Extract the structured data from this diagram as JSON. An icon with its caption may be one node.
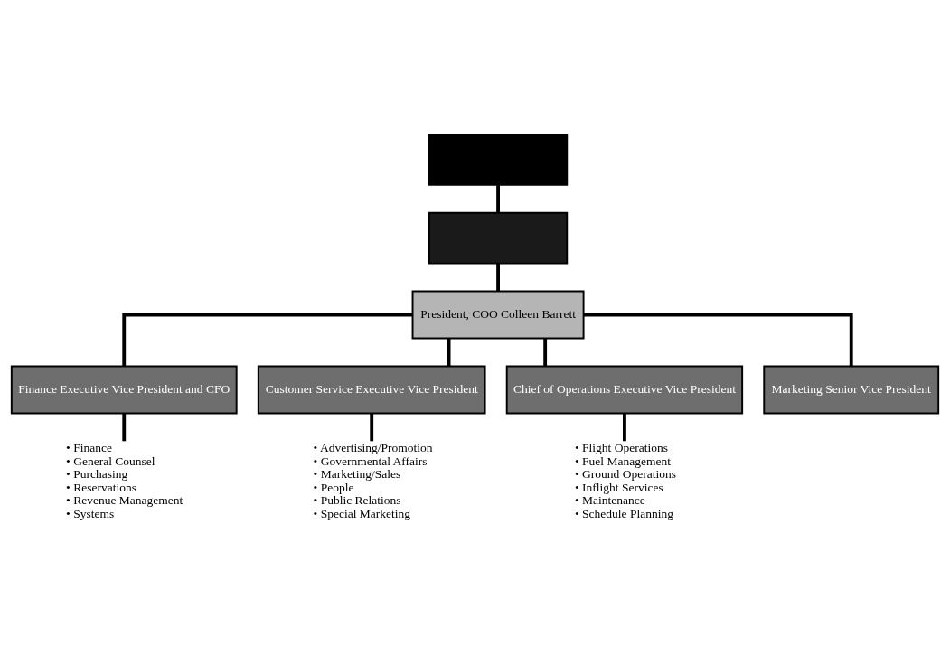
{
  "diagram": {
    "nodes": [
      {
        "text": [],
        "shape": "box"
      },
      {
        "text": [],
        "shape": "box"
      },
      {
        "text": [
          "President, COO Colleen Barrett"
        ]
      },
      {
        "text": [
          "Finance Executive Vice President and CFO"
        ]
      },
      {
        "text": [
          "Customer Service Executive Vice President"
        ]
      },
      {
        "text": [
          "Chief of Operations Executive Vice President"
        ]
      },
      {
        "text": [
          "Marketing Senior Vice President"
        ]
      },
      {
        "text": [
          "• Finance",
          "• General Counsel",
          "• Purchasing",
          "• Reservations",
          "• Revenue Management",
          "• Systems"
        ]
      },
      {
        "text": [
          "• Advertising/Promotion",
          "• Governmental Affairs",
          "• Marketing/Sales",
          "• People",
          "• Public Relations",
          "• Special Marketing"
        ]
      },
      {
        "text": [
          "• Flight Operations",
          "• Fuel Management",
          "• Ground Operations",
          "• Inflight Services",
          "• Maintenance",
          "• Schedule Planning"
        ]
      }
    ],
    "edges": [
      {
        "from": 0,
        "to": 1,
        "arrow": "none"
      },
      {
        "from": 1,
        "to": 2,
        "arrow": "none"
      },
      {
        "from": 2,
        "to": 3,
        "arrow": "none"
      },
      {
        "from": 2,
        "to": 4,
        "arrow": "none"
      },
      {
        "from": 2,
        "to": 5,
        "arrow": "none"
      },
      {
        "from": 2,
        "to": 6,
        "arrow": "none"
      },
      {
        "from": 3,
        "to": 7,
        "arrow": "none"
      },
      {
        "from": 4,
        "to": 8,
        "arrow": "none"
      },
      {
        "from": 5,
        "to": 9,
        "arrow": "none"
      }
    ]
  }
}
